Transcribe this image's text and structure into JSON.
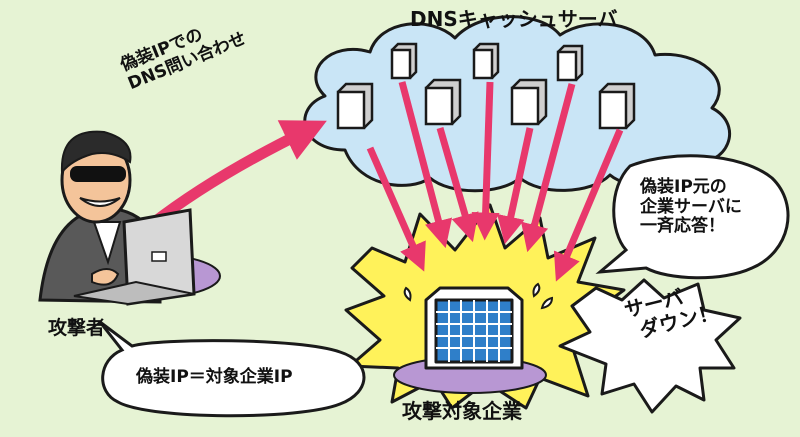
{
  "diagram": {
    "cloud_title": "DNSキャッシュサーバ",
    "attacker_query": [
      "偽装IPでの",
      "DNS問い合わせ"
    ],
    "mass_response": [
      "偽装IP元の",
      "企業サーバに",
      "一斉応答！"
    ],
    "attacker_label": "攻撃者",
    "spoof_note": "偽装IP＝対象企業IP",
    "server_down": [
      "サーバ",
      "ダウン！"
    ],
    "target_label": "攻撃対象企業"
  },
  "colors": {
    "background": "#e6f3d4",
    "cloud_fill": "#c9e5f6",
    "arrow": "#e8386c",
    "explosion": "#fff25a",
    "shadow": "#b897d3",
    "building": "#2f7fc9"
  }
}
